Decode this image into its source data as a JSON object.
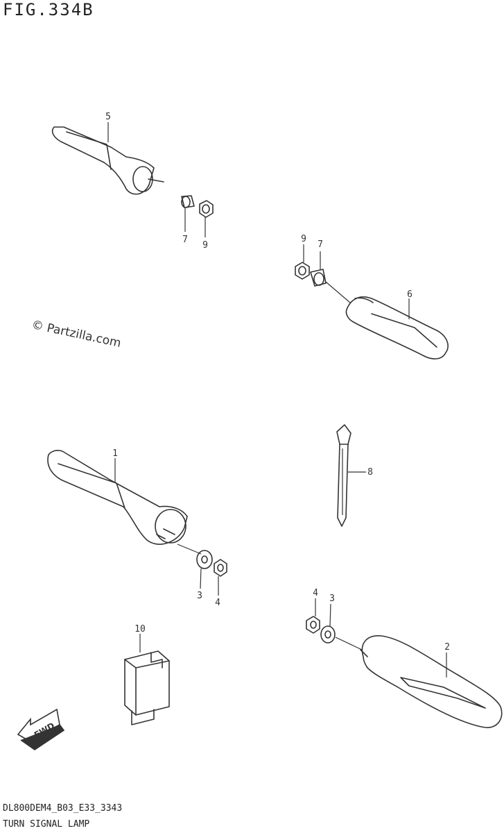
{
  "header": {
    "figure_label": "FIG.334B"
  },
  "watermark": {
    "text": "© Partzilla.com"
  },
  "callouts": {
    "c1": "1",
    "c2": "2",
    "c3a": "3",
    "c3b": "3",
    "c4a": "4",
    "c4b": "4",
    "c5": "5",
    "c6": "6",
    "c7a": "7",
    "c7b": "7",
    "c8": "8",
    "c9a": "9",
    "c9b": "9",
    "c10": "10"
  },
  "fwd_arrow": {
    "label": "FWD"
  },
  "footer": {
    "model_code": "DL800DEM4_B03_E33_3343",
    "section_name": "TURN SIGNAL LAMP"
  }
}
